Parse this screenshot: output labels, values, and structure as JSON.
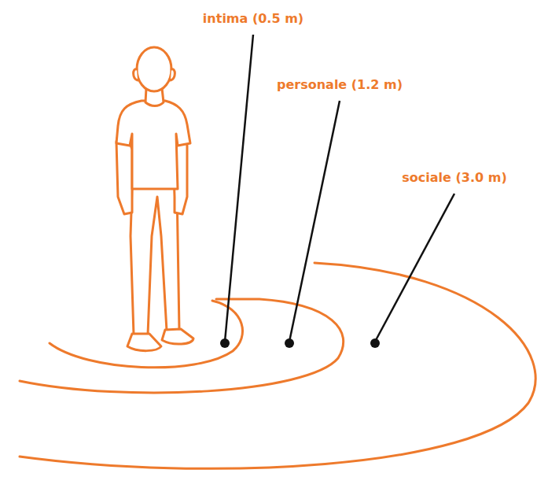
{
  "diagram": {
    "labels": [
      "intima (0.5 m)",
      "personale (1.2 m)",
      "sociale (3.0 m)"
    ]
  }
}
